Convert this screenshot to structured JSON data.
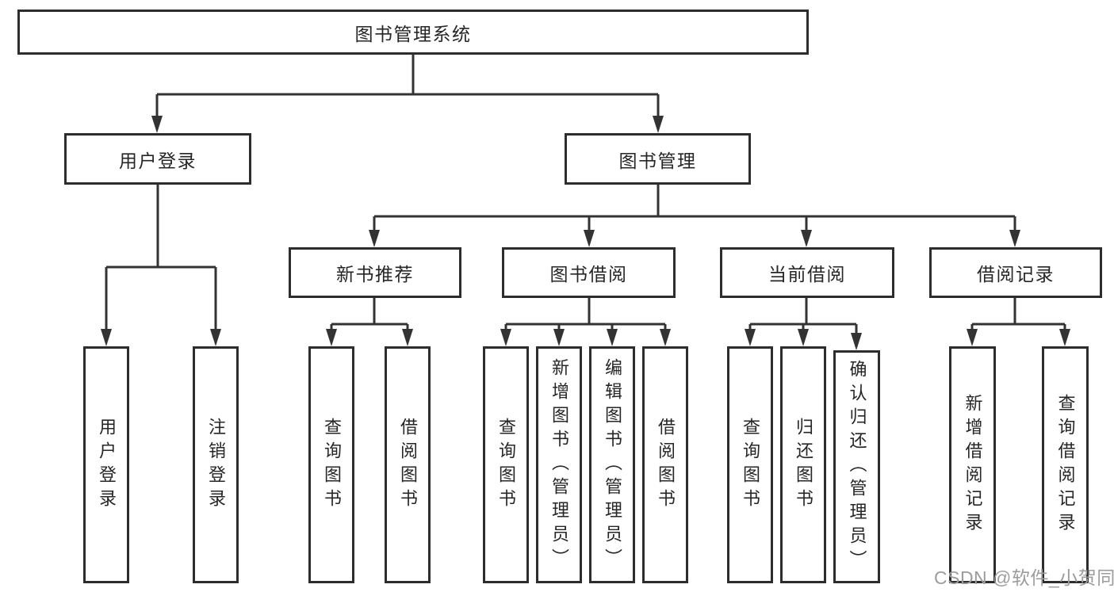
{
  "diagram": {
    "type": "hierarchy-tree",
    "root": {
      "label": "图书管理系统",
      "children": [
        {
          "label": "用户登录",
          "children": [
            {
              "label": "用户登录"
            },
            {
              "label": "注销登录"
            }
          ]
        },
        {
          "label": "图书管理",
          "children": [
            {
              "label": "新书推荐",
              "children": [
                {
                  "label": "查询图书"
                },
                {
                  "label": "借阅图书"
                }
              ]
            },
            {
              "label": "图书借阅",
              "children": [
                {
                  "label": "查询图书"
                },
                {
                  "label": "新增图书（管理员）"
                },
                {
                  "label": "编辑图书（管理员）"
                },
                {
                  "label": "借阅图书"
                }
              ]
            },
            {
              "label": "当前借阅",
              "children": [
                {
                  "label": "查询图书"
                },
                {
                  "label": "归还图书"
                },
                {
                  "label": "确认归还（管理员）"
                }
              ]
            },
            {
              "label": "借阅记录",
              "children": [
                {
                  "label": "新增借阅记录"
                },
                {
                  "label": "查询借阅记录"
                }
              ]
            }
          ]
        }
      ]
    },
    "colors": {
      "line": "#333333",
      "box_border": "#2d2d2d",
      "text": "#262626",
      "watermark": "#9c9c9c",
      "background": "#ffffff"
    },
    "watermark": "CSDN @软件_小贺同学"
  }
}
